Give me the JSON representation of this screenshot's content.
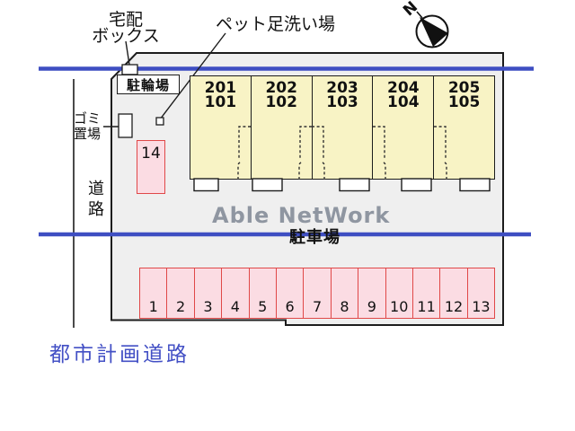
{
  "labels": {
    "delivery_box_line1": "宅配",
    "delivery_box_line2": "ボックス",
    "pet_wash": "ペット足洗い場",
    "bicycle_parking": "駐輪場",
    "garbage_line1": "ゴミ",
    "garbage_line2": "置場",
    "road": "道路",
    "parking_lot": "駐車場",
    "city_planning_road": "都市計画道路",
    "north": "N",
    "watermark": "Able NetWork"
  },
  "building": {
    "units": [
      {
        "upper": "201",
        "lower": "101"
      },
      {
        "upper": "202",
        "lower": "102"
      },
      {
        "upper": "203",
        "lower": "103"
      },
      {
        "upper": "204",
        "lower": "104"
      },
      {
        "upper": "205",
        "lower": "105"
      }
    ]
  },
  "parking": {
    "spaces": [
      "1",
      "2",
      "3",
      "4",
      "5",
      "6",
      "7",
      "8",
      "9",
      "10",
      "11",
      "12",
      "13"
    ],
    "extra_space": "14"
  },
  "colors": {
    "blue_line": "#3E4EC2",
    "building_fill": "#F8F3C5",
    "parking_fill": "#FBDCE3",
    "parking_border": "#E04848",
    "plot_fill": "#EFEFEF",
    "watermark_text": "#8F96A1",
    "city_road_text": "#4350C5"
  }
}
